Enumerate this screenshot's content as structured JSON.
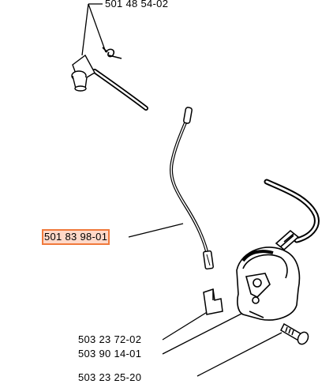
{
  "parts": {
    "spring_clip": "501 48 54-02",
    "ignition_lead": "501 83 98-01",
    "bracket": "503 23 72-02",
    "ignition_module": "503 90 14-01",
    "screw": "503 23 25-20"
  },
  "highlighted_part": "501 83 98-01",
  "colors": {
    "highlight_border": "#f07a3c",
    "highlight_fill": "#ffd9c9",
    "line": "#000000"
  }
}
